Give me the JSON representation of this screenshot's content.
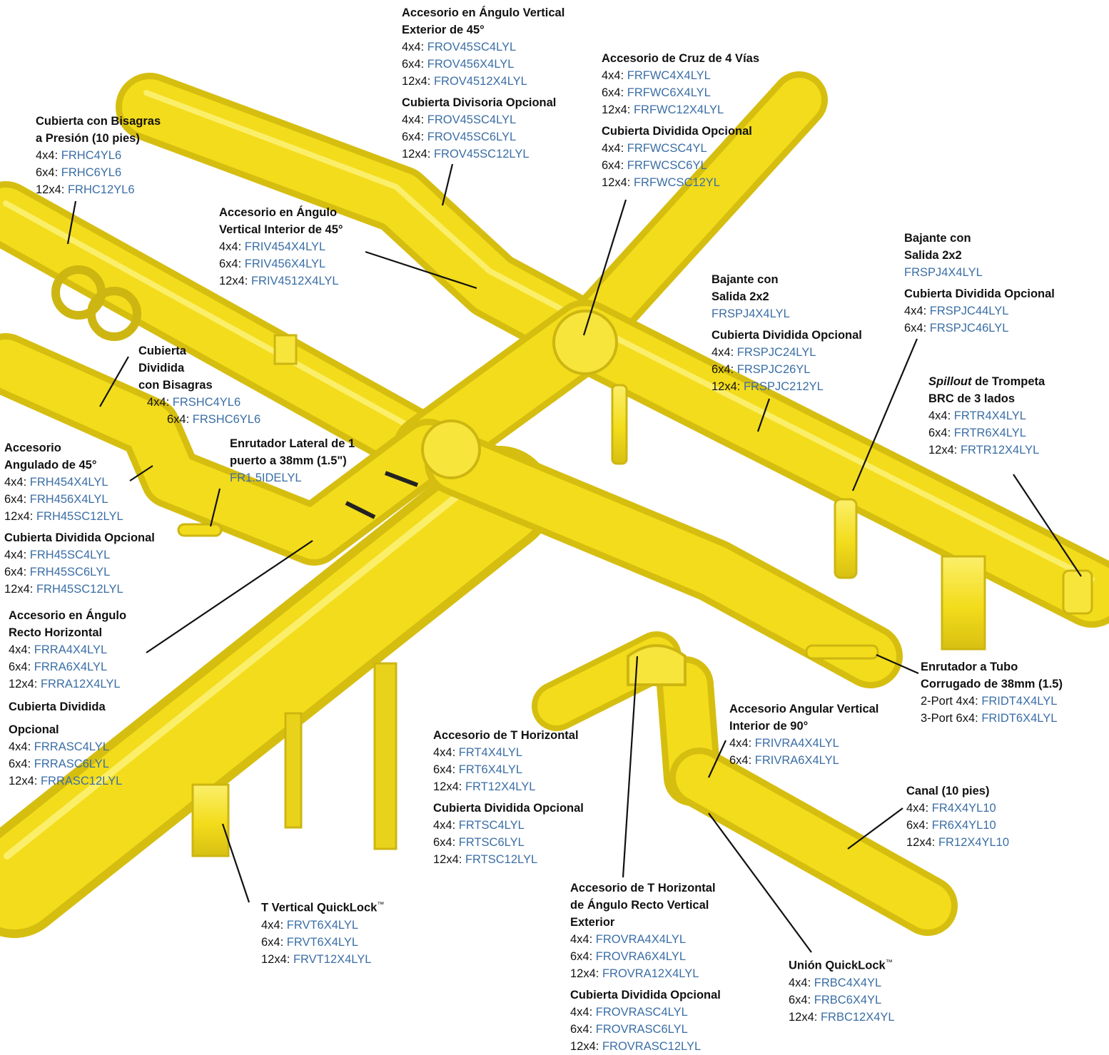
{
  "colors": {
    "tray": "#f3dc1b",
    "tray_dark": "#cdb611",
    "tray_light": "#fbef6a",
    "code": "#3a6ea5",
    "leader": "#111111"
  },
  "callouts": {
    "frov45": {
      "title1": "Accesorio en Ángulo Vertical",
      "title2": "Exterior de 45°",
      "rows": [
        {
          "size": "4x4:",
          "code": "FROV45SC4LYL"
        },
        {
          "size": "6x4:",
          "code": "FROV456X4LYL"
        },
        {
          "size": "12x4:",
          "code": "FROV4512X4LYL"
        }
      ],
      "sect": "Cubierta Divisoria Opcional",
      "rows2": [
        {
          "size": "4x4:",
          "code": "FROV45SC4LYL"
        },
        {
          "size": "6x4:",
          "code": "FROV45SC6LYL"
        },
        {
          "size": "12x4:",
          "code": "FROV45SC12LYL"
        }
      ]
    },
    "frfwc": {
      "title1": "Accesorio de Cruz de 4 Vías",
      "rows": [
        {
          "size": "4x4:",
          "code": "FRFWC4X4LYL"
        },
        {
          "size": "6x4:",
          "code": "FRFWC6X4LYL"
        },
        {
          "size": "12x4:",
          "code": "FRFWC12X4LYL"
        }
      ],
      "sect": "Cubierta Dividida Opcional",
      "rows2": [
        {
          "size": "4x4:",
          "code": "FRFWCSC4YL"
        },
        {
          "size": "6x4:",
          "code": "FRFWCSC6YL"
        },
        {
          "size": "12x4:",
          "code": "FRFWCSC12YL"
        }
      ]
    },
    "frhc": {
      "title1": "Cubierta con Bisagras",
      "title2": "a Presión (10 pies)",
      "rows": [
        {
          "size": "4x4:",
          "code": "FRHC4YL6"
        },
        {
          "size": "6x4:",
          "code": "FRHC6YL6"
        },
        {
          "size": "12x4:",
          "code": "FRHC12YL6"
        }
      ]
    },
    "friv45": {
      "title1": "Accesorio en Ángulo",
      "title2": "Vertical Interior de 45°",
      "rows": [
        {
          "size": "4x4:",
          "code": "FRIV454X4LYL"
        },
        {
          "size": "6x4:",
          "code": "FRIV456X4LYL"
        },
        {
          "size": "12x4:",
          "code": "FRIV4512X4LYL"
        }
      ]
    },
    "frspj_mid": {
      "title1": "Bajante con",
      "title2": "Salida 2x2",
      "code_single": "FRSPJ4X4LYL",
      "sect": "Cubierta Dividida Opcional",
      "rows2": [
        {
          "size": "4x4:",
          "code": "FRSPJC24LYL"
        },
        {
          "size": "6x4:",
          "code": "FRSPJC26YL"
        },
        {
          "size": "12x4:",
          "code": "FRSPJC212YL"
        }
      ]
    },
    "frspj_right": {
      "title1": "Bajante con",
      "title2": "Salida 2x2",
      "code_single": "FRSPJ4X4LYL",
      "sect": "Cubierta Dividida Opcional",
      "rows2": [
        {
          "size": "4x4:",
          "code": "FRSPJC44LYL"
        },
        {
          "size": "6x4:",
          "code": "FRSPJC46LYL"
        }
      ]
    },
    "frshc": {
      "title1": "Cubierta",
      "title2": "Dividida",
      "title3": "con Bisagras",
      "rows": [
        {
          "size": "4x4:",
          "code": "FRSHC4YL6"
        },
        {
          "size": "6x4:",
          "code": "FRSHC6YL6"
        }
      ]
    },
    "frtr": {
      "title_italic": "Spillout",
      "title_rest": " de Trompeta",
      "title2": "BRC de 3 lados",
      "rows": [
        {
          "size": "4x4:",
          "code": "FRTR4X4LYL"
        },
        {
          "size": "6x4:",
          "code": "FRTR6X4LYL"
        },
        {
          "size": "12x4:",
          "code": "FRTR12X4LYL"
        }
      ]
    },
    "frh45": {
      "title1": "Accesorio",
      "title2": "Angulado de 45°",
      "rows": [
        {
          "size": "4x4:",
          "code": "FRH454X4LYL"
        },
        {
          "size": "6x4:",
          "code": "FRH456X4LYL"
        },
        {
          "size": "12x4:",
          "code": "FRH45SC12LYL"
        }
      ],
      "sect": "Cubierta Dividida Opcional",
      "rows2": [
        {
          "size": "4x4:",
          "code": "FRH45SC4LYL"
        },
        {
          "size": "6x4:",
          "code": "FRH45SC6LYL"
        },
        {
          "size": "12x4:",
          "code": "FRH45SC12LYL"
        }
      ]
    },
    "fr15": {
      "title1": "Enrutador Lateral de 1",
      "title2": "puerto a 38mm  (1.5\")",
      "code_single": "FR1.5IDELYL"
    },
    "frra": {
      "title1": "Accesorio en Ángulo",
      "title2": "Recto Horizontal",
      "rows": [
        {
          "size": "4x4:",
          "code": "FRRA4X4LYL"
        },
        {
          "size": "6x4:",
          "code": "FRRA6X4LYL"
        },
        {
          "size": "12x4:",
          "code": "FRRA12X4LYL"
        }
      ],
      "sect1": "Cubierta Dividida",
      "sect2": "Opcional",
      "rows2": [
        {
          "size": "4x4:",
          "code": "FRRASC4LYL"
        },
        {
          "size": "6x4:",
          "code": "FRRASC6LYL"
        },
        {
          "size": "12x4:",
          "code": "FRRASC12LYL"
        }
      ]
    },
    "fridt": {
      "title1": "Enrutador a Tubo",
      "title2": "Corrugado de  38mm (1.5)",
      "rows": [
        {
          "size": "2-Port 4x4:",
          "code": "FRIDT4X4LYL"
        },
        {
          "size": "3-Port 6x4:",
          "code": "FRIDT6X4LYL"
        }
      ]
    },
    "frivra": {
      "title1": "Accesorio Angular Vertical",
      "title2": "Interior de 90°",
      "rows": [
        {
          "size": "4x4:",
          "code": "FRIVRA4X4LYL"
        },
        {
          "size": "6x4:",
          "code": "FRIVRA6X4LYL"
        }
      ]
    },
    "frt": {
      "title1": "Accesorio de T Horizontal",
      "rows": [
        {
          "size": "4x4:",
          "code": "FRT4X4LYL"
        },
        {
          "size": "6x4:",
          "code": "FRT6X4LYL"
        },
        {
          "size": "12x4:",
          "code": "FRT12X4LYL"
        }
      ],
      "sect": "Cubierta Dividida Opcional",
      "rows2": [
        {
          "size": "4x4:",
          "code": "FRTSC4LYL"
        },
        {
          "size": "6x4:",
          "code": "FRTSC6LYL"
        },
        {
          "size": "12x4:",
          "code": "FRTSC12LYL"
        }
      ]
    },
    "fr_canal": {
      "title1": "Canal (10 pies)",
      "rows": [
        {
          "size": "4x4:",
          "code": "FR4X4YL10"
        },
        {
          "size": "6x4:",
          "code": "FR6X4YL10"
        },
        {
          "size": "12x4:",
          "code": "FR12X4YL10"
        }
      ]
    },
    "frvt": {
      "title1": "T Vertical QuickLock",
      "tm": "™",
      "rows": [
        {
          "size": "4x4:",
          "code": "FRVT6X4LYL"
        },
        {
          "size": "6x4:",
          "code": "FRVT6X4LYL"
        },
        {
          "size": "12x4:",
          "code": "FRVT12X4LYL"
        }
      ]
    },
    "frovra": {
      "title1": "Accesorio de T Horizontal",
      "title2": "de Ángulo Recto Vertical",
      "title3": "Exterior",
      "rows": [
        {
          "size": "4x4:",
          "code": "FROVRA4X4LYL"
        },
        {
          "size": "6x4:",
          "code": " FROVRA6X4LYL"
        },
        {
          "size": "12x4:",
          "code": "FROVRA12X4LYL"
        }
      ],
      "sect": "Cubierta Dividida Opcional",
      "rows2": [
        {
          "size": "4x4:",
          "code": "FROVRASC4LYL"
        },
        {
          "size": "6x4:",
          "code": " FROVRASC6LYL"
        },
        {
          "size": "12x4:",
          "code": "FROVRASC12LYL"
        }
      ]
    },
    "frbc": {
      "title1": "Unión QuickLock",
      "tm": "™",
      "rows": [
        {
          "size": "4x4:",
          "code": "FRBC4X4YL"
        },
        {
          "size": "6x4:",
          "code": "FRBC6X4YL"
        },
        {
          "size": "12x4:",
          "code": "FRBC12X4YL"
        }
      ]
    }
  }
}
